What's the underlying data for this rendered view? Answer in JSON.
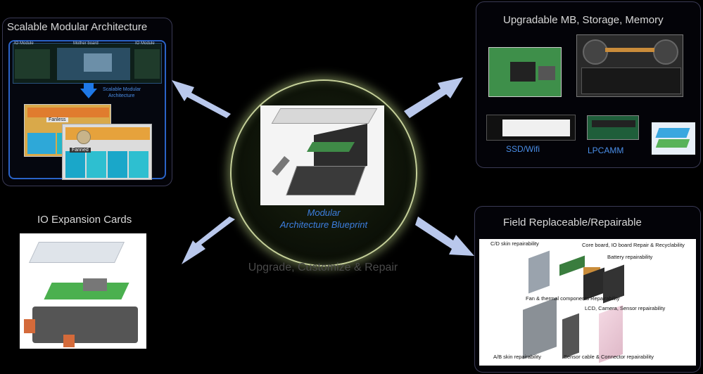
{
  "center": {
    "caption_line1": "Modular",
    "caption_line2": "Architecture Blueprint",
    "tagline": "Upgrade, Customize & Repair"
  },
  "panels": {
    "scalable": {
      "title": "Scalable Modular Architecture",
      "labels": {
        "io_module_left": "IO Module",
        "mother_board": "Mother board",
        "io_module_right": "IO Module",
        "scalable_modular": "Scalable Modular",
        "architecture": "Architecture",
        "fanless": "Fanless",
        "fanned": "Fanned"
      }
    },
    "upgradable": {
      "title": "Upgradable MB, Storage, Memory",
      "labels": {
        "ssd": "SSD/Wifi",
        "lpcamm": "LPCAMM"
      }
    },
    "io_expansion": {
      "title": "IO Expansion Cards"
    },
    "field": {
      "title": "Field Replaceable/Repairable",
      "labels": {
        "cd_skin": "C/D skin  repairability",
        "core_board": "Core board, IO board Repair & Recyclability",
        "battery": "Battery  repairability",
        "fan_thermal": "Fan & thermal components  Repairability",
        "lcd": "LCD, Camera, Sensor  repairability",
        "ab_skin": "A/B skin  repairability",
        "sensor_cable": "Sensor cable & Connector repairability"
      }
    }
  },
  "colors": {
    "arrow": "#b9c8ec",
    "circle_glow": "#c6d19a",
    "caption_blue": "#3d7fe0"
  }
}
